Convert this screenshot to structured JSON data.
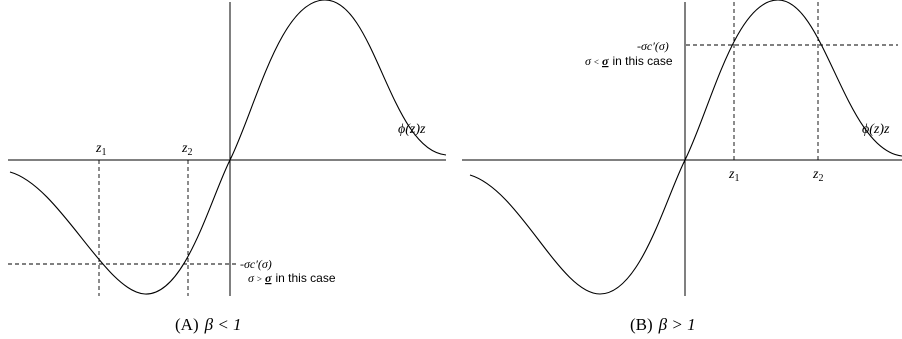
{
  "panel_a": {
    "curve_label": "ϕ(z)z",
    "z1_label": "z",
    "z1_sub": "1",
    "z2_label": "z",
    "z2_sub": "2",
    "level_label": "-σc′(σ)",
    "note_sigma": "σ",
    "note_rel": ">",
    "note_sigma_bar": "σ",
    "note_text": "in this case",
    "caption_prefix": "(A)",
    "caption_math": "β < 1"
  },
  "panel_b": {
    "curve_label": "ϕ(z)z",
    "z1_label": "z",
    "z1_sub": "1",
    "z2_label": "z",
    "z2_sub": "2",
    "level_label": "-σc′(σ)",
    "note_sigma": "σ",
    "note_rel": "<",
    "note_sigma_bar": "σ",
    "note_text": "in this case",
    "caption_prefix": "(B)",
    "caption_math": "β > 1"
  }
}
